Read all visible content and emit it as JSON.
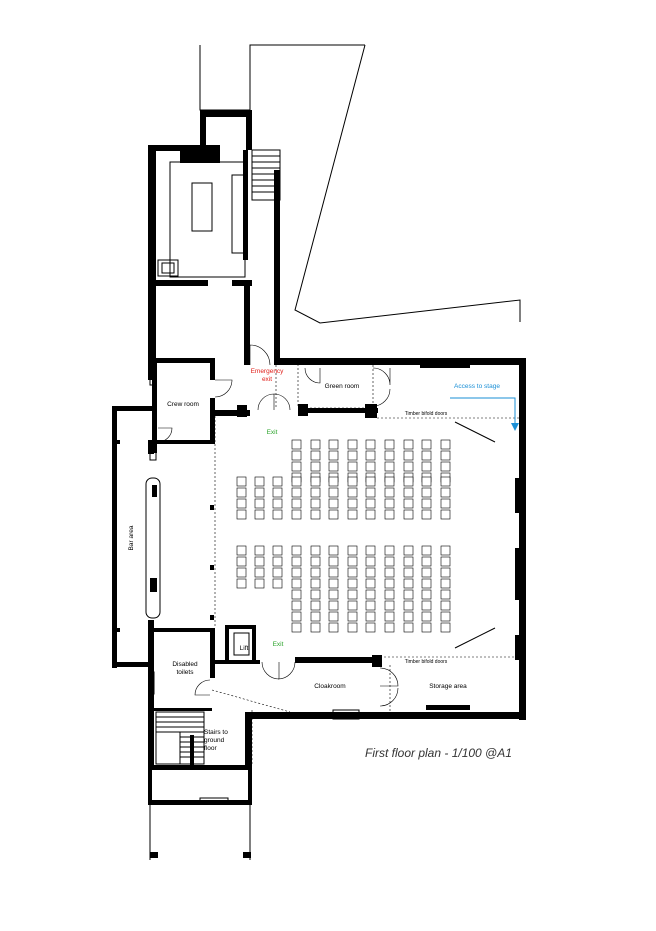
{
  "plan": {
    "title": "First floor plan - 1/100 @A1",
    "rooms": {
      "crew_room": "Crew room",
      "green_room": "Green room",
      "bar_area": "Bar area",
      "lift": "Lift",
      "disabled_toilets": "Disabled toilets",
      "cloakroom": "Cloakroom",
      "storage_area": "Storage area",
      "stairs": "Stairs to ground floor"
    },
    "doors": {
      "timber_top": "Timber bifold doors",
      "timber_bottom": "Timber bifold doors"
    },
    "exits": {
      "emergency": "Emergency exit",
      "exit_top": "Exit",
      "exit_bottom": "Exit"
    },
    "annotations": {
      "access_stage": "Access to stage"
    },
    "colors": {
      "emergency": "#e0201b",
      "exit": "#2ea52e",
      "access": "#1a8fd6"
    }
  }
}
